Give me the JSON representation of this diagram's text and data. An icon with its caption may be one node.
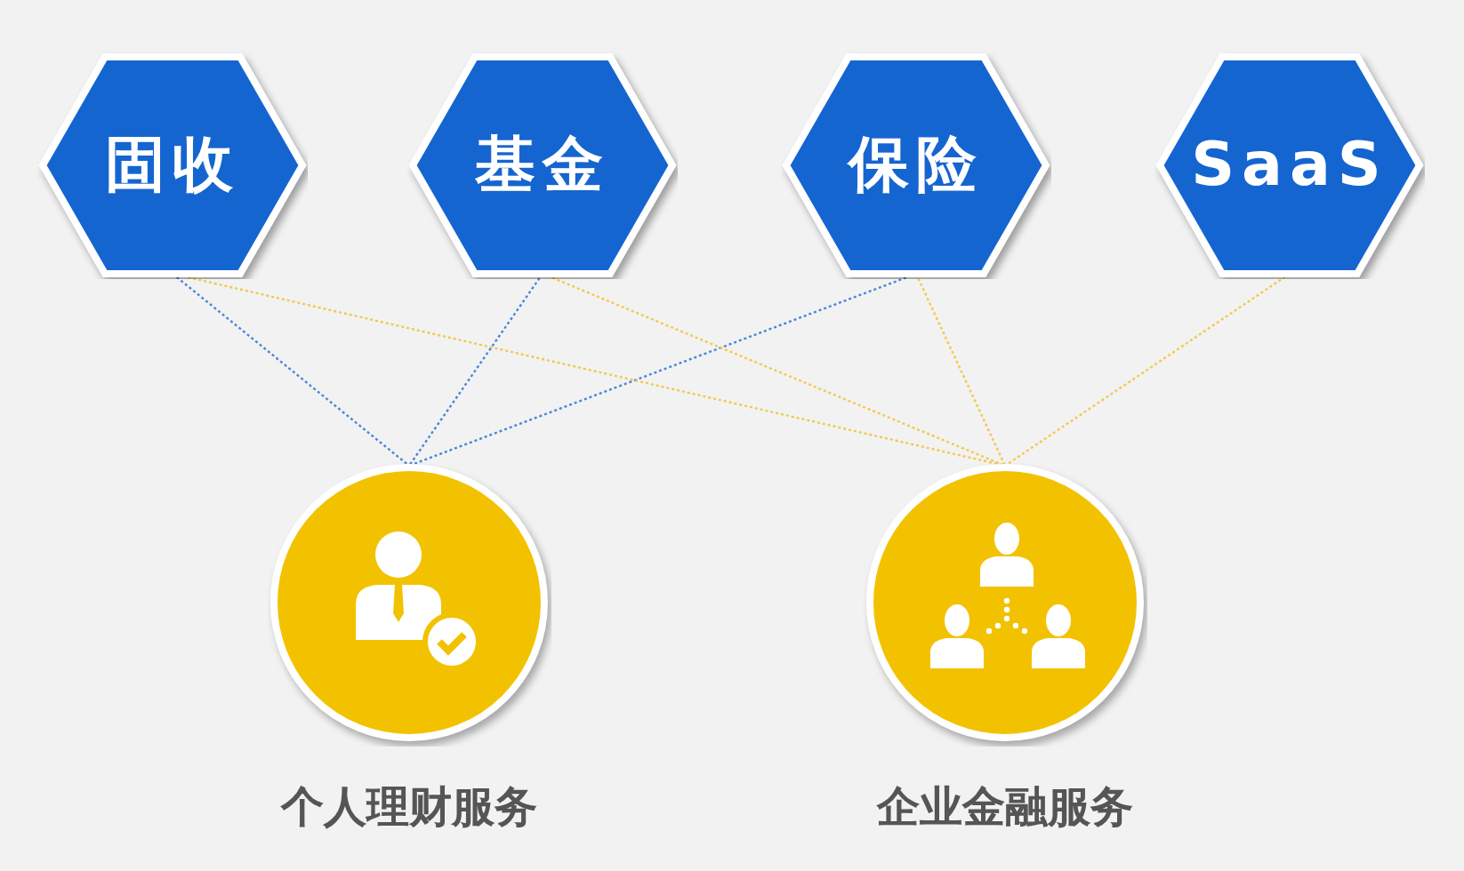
{
  "diagram": {
    "nodes": [
      {
        "text": [
          "固收"
        ]
      },
      {
        "text": [
          "基金"
        ]
      },
      {
        "text": [
          "保险"
        ]
      },
      {
        "text": [
          "SaaS"
        ]
      },
      {
        "text": [
          "个人理财服务"
        ]
      },
      {
        "text": [
          "企业金融服务"
        ]
      }
    ],
    "edges": [
      {
        "from": 0,
        "to": 4,
        "arrow": "none",
        "color": "#4a86d8"
      },
      {
        "from": 1,
        "to": 4,
        "arrow": "none",
        "color": "#4a86d8"
      },
      {
        "from": 2,
        "to": 4,
        "arrow": "none",
        "color": "#4a86d8"
      },
      {
        "from": 0,
        "to": 5,
        "arrow": "none"
      },
      {
        "from": 1,
        "to": 5,
        "arrow": "none"
      },
      {
        "from": 2,
        "to": 5,
        "arrow": "none"
      },
      {
        "from": 3,
        "to": 5,
        "arrow": "none"
      }
    ]
  }
}
